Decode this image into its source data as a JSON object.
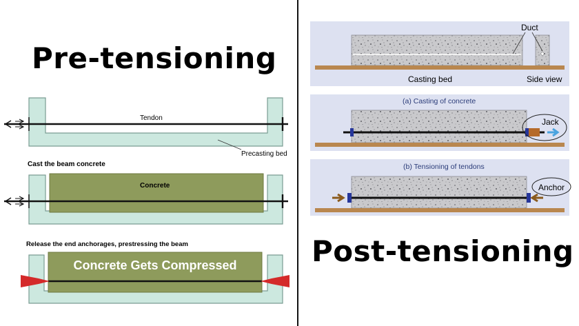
{
  "left": {
    "title": "Pre-tensioning",
    "stage1": {
      "tendon_label": "Tendon",
      "bed_label": "Precasting bed"
    },
    "stage2": {
      "caption": "Cast the beam concrete",
      "concrete_label": "Concrete"
    },
    "stage3": {
      "caption": "Release the end anchorages, prestressing the beam",
      "concrete_label": "Concrete Gets Compressed"
    }
  },
  "right": {
    "title": "Post-tensioning",
    "panel1": {
      "duct_label": "Duct",
      "casting_bed_label": "Casting bed",
      "side_view_label": "Side view"
    },
    "panel2": {
      "caption": "(a) Casting of concrete",
      "jack_label": "Jack"
    },
    "panel3": {
      "caption": "(b) Tensioning of tendons",
      "anchor_label": "Anchor"
    }
  },
  "colors": {
    "bed_fill": "#cce8df",
    "bed_stroke": "#7a9c92",
    "concrete_fill": "#8e9b5c",
    "panel_bg": "#dde1f1",
    "wood": "#b9874f",
    "tendon": "#111111",
    "press_arrow": "#d42a2a",
    "jack_arrow": "#4aa3df",
    "anchor": "#26369a"
  }
}
